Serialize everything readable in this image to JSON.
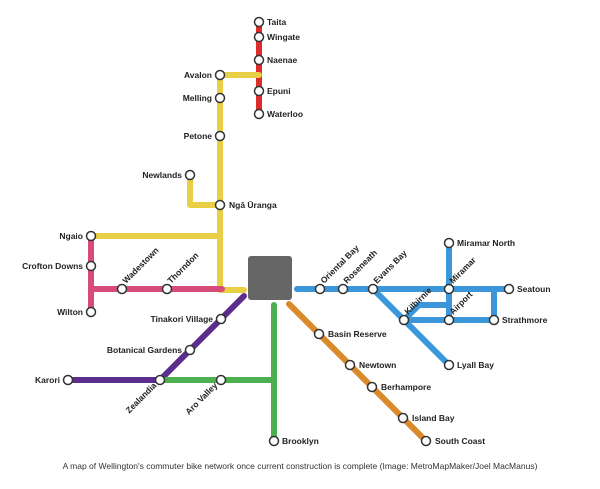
{
  "caption": "A map of Wellington's commuter bike network once current construction is complete (Image: MetroMapMaker/Joel MacManus)",
  "colors": {
    "red": "#dd2c2c",
    "yellow": "#e8cf45",
    "pink": "#d64b7a",
    "purple": "#5b2d8c",
    "green": "#4caf50",
    "orange": "#d98a2b",
    "blue": "#3b97d9",
    "hub": "#666666"
  },
  "stations": {
    "taita": "Taita",
    "wingate": "Wingate",
    "naenae": "Naenae",
    "epuni": "Epuni",
    "waterloo": "Waterloo",
    "avalon": "Avalon",
    "melling": "Melling",
    "petone": "Petone",
    "newlands": "Newlands",
    "nga_uranga": "Ngā Ūranga",
    "ngaio": "Ngaio",
    "crofton_downs": "Crofton Downs",
    "wilton": "Wilton",
    "wadestown": "Wadestown",
    "thorndon": "Thorndon",
    "tinakori_village": "Tinakori Village",
    "botanical_gardens": "Botanical Gardens",
    "karori": "Karori",
    "zealandia": "Zealandia",
    "aro_valley": "Aro Valley",
    "brooklyn": "Brooklyn",
    "basin_reserve": "Basin Reserve",
    "newtown": "Newtown",
    "berhampore": "Berhampore",
    "island_bay": "Island Bay",
    "south_coast": "South Coast",
    "oriental_bay": "Oriental Bay",
    "roseneath": "Roseneath",
    "evans_bay": "Evans Bay",
    "kilbirnie": "Kilbirnie",
    "miramar_north": "Miramar North",
    "miramar": "Miramar",
    "airport": "Airport",
    "seatoun": "Seatoun",
    "strathmore": "Strathmore",
    "lyall_bay": "Lyall Bay"
  }
}
